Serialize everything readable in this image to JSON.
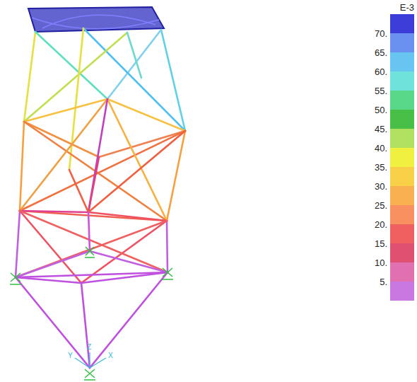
{
  "diagram": {
    "labels": [
      "E-3",
      "Y",
      "Z",
      "X"
    ],
    "legend": [
      {
        "text": "70.",
        "color": "#3c3cd8"
      },
      {
        "text": "65.",
        "color": "#6a90f0"
      },
      {
        "text": "60.",
        "color": "#68c4f0"
      },
      {
        "text": "55.",
        "color": "#70e2dc"
      },
      {
        "text": "50.",
        "color": "#58d888"
      },
      {
        "text": "45.",
        "color": "#48c048"
      },
      {
        "text": "40.",
        "color": "#b0e060"
      },
      {
        "text": "35.",
        "color": "#f0f040"
      },
      {
        "text": "30.",
        "color": "#f8d048"
      },
      {
        "text": "25.",
        "color": "#f8b050"
      },
      {
        "text": "20.",
        "color": "#f89060"
      },
      {
        "text": "15.",
        "color": "#f06060"
      },
      {
        "text": "10.",
        "color": "#e05070"
      },
      {
        "text": "5.",
        "color": "#e070b0"
      }
    ]
  }
}
